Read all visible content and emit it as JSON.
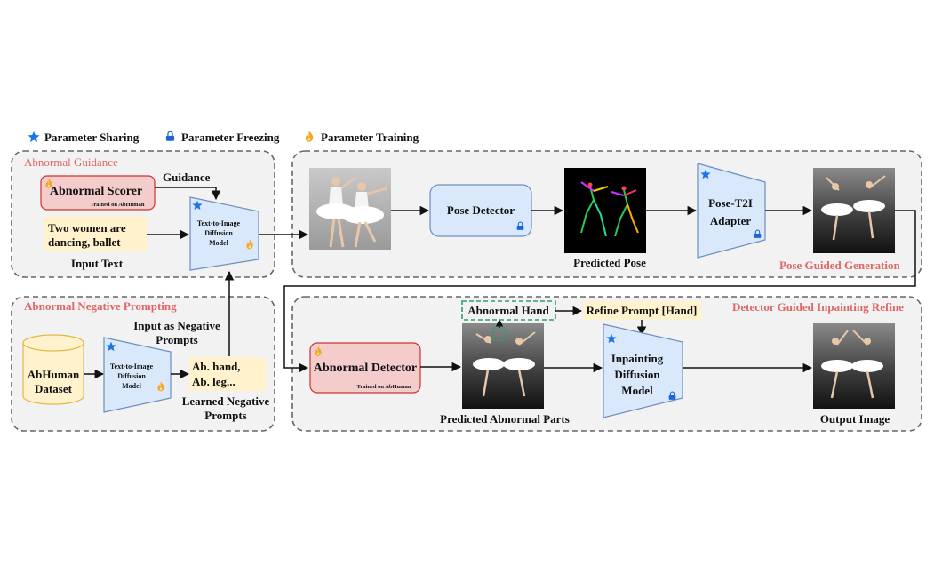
{
  "legend": {
    "sharing": "Parameter Sharing",
    "freezing": "Parameter Freezing",
    "training": "Parameter Training"
  },
  "panels": {
    "abnormal_guidance": "Abnormal Guidance",
    "abnormal_negative_prompting": "Abnormal Negative Prompting",
    "pose_guided_generation": "Pose Guided Generation",
    "detector_guided_inpainting": "Detector Guided Inpainting Refine"
  },
  "guidance": {
    "scorer_title": "Abnormal Scorer",
    "scorer_sub": "Trained on AbHuman",
    "guidance_label": "Guidance",
    "input_text_line1": "Two women are",
    "input_text_line2": "dancing, ballet",
    "input_text_caption": "Input Text",
    "t2i_line1": "Text-to-Image",
    "t2i_line2": "Diffusion",
    "t2i_line3": "Model"
  },
  "negative": {
    "dataset_line1": "AbHuman",
    "dataset_line2": "Dataset",
    "t2i_line1": "Text-to-Image",
    "t2i_line2": "Diffusion",
    "t2i_line3": "Model",
    "input_neg_line1": "Input as Negative",
    "input_neg_line2": "Prompts",
    "neg_text_line1": "Ab. hand,",
    "neg_text_line2": "Ab. leg...",
    "learned_line1": "Learned Negative",
    "learned_line2": "Prompts"
  },
  "pose": {
    "detector": "Pose Detector",
    "predicted_pose": "Predicted Pose",
    "adapter_line1": "Pose-T2I",
    "adapter_line2": "Adapter"
  },
  "inpaint": {
    "detector_title": "Abnormal Detector",
    "detector_sub": "Trained on AbHuman",
    "predicted_parts": "Predicted Abnormal Parts",
    "abnormal_hand": "Abnormal Hand",
    "refine_prompt": "Refine Prompt [Hand]",
    "model_line1": "Inpainting",
    "model_line2": "Diffusion",
    "model_line3": "Model",
    "output_image": "Output Image"
  },
  "colors": {
    "panel_bg": "#f2f2f2",
    "panel_border": "#666666",
    "red_box": "#f4cccc",
    "red_border": "#cc3333",
    "blue_box": "#dae8fc",
    "blue_border": "#6c8ebf",
    "yellow_box": "#fff2cc",
    "title_red": "#e06666",
    "star_blue": "#1a73e8",
    "lock_blue": "#1a66d9",
    "fire_orange": "#f5a623",
    "hand_green": "#2e9e6e"
  }
}
